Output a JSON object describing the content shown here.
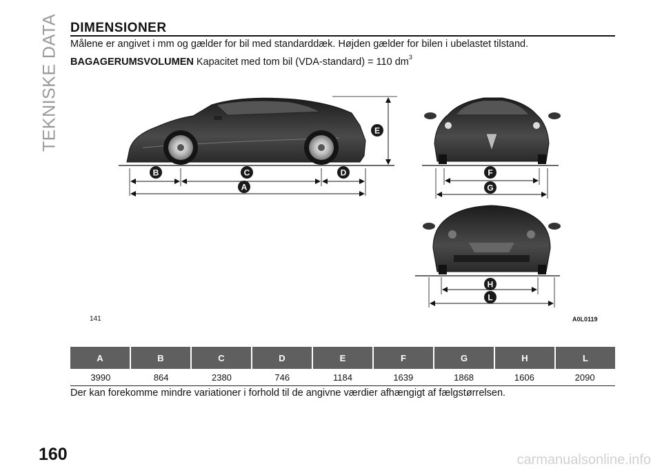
{
  "side_tab": "TEKNISKE DATA",
  "heading": "DIMENSIONER",
  "intro": "Målene er angivet i mm og gælder for bil med standarddæk. Højden gælder for bilen i ubelastet tilstand.",
  "cargo": {
    "label": "BAGAGERUMSVOLUMEN",
    "text": "Kapacitet med tom bil (VDA-standard) = 110 dm",
    "sup": "3"
  },
  "figure": {
    "number": "141",
    "code": "A0L0119",
    "markers": [
      "A",
      "B",
      "C",
      "D",
      "E",
      "F",
      "G",
      "H",
      "L"
    ]
  },
  "table": {
    "headers": [
      "A",
      "B",
      "C",
      "D",
      "E",
      "F",
      "G",
      "H",
      "L"
    ],
    "values": [
      "3990",
      "864",
      "2380",
      "746",
      "1184",
      "1639",
      "1868",
      "1606",
      "2090"
    ]
  },
  "note": "Der kan forekomme mindre variationer i forhold til de angivne værdier afhængigt af fælgstørrelsen.",
  "page_number": "160",
  "watermark": "carmanualsonline.info",
  "colors": {
    "header_bg": "#5f5f5f",
    "marker_bg": "#1a1a1a",
    "car_body": "#333333"
  }
}
